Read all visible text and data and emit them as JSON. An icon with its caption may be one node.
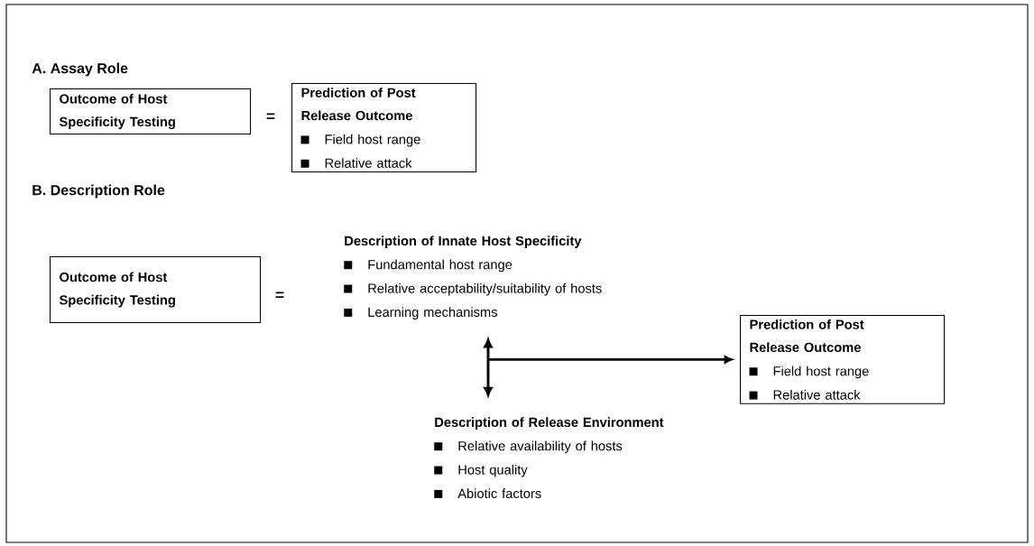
{
  "diagram": {
    "nodes": [
      {
        "text": [
          "Outcome of Host Specificity Testing"
        ]
      },
      {
        "text": [
          "Prediction of Post Release Outcome",
          "Field host range",
          "Relative attack"
        ]
      },
      {
        "text": [
          "Outcome of Host Specificity Testing"
        ]
      },
      {
        "text": [
          "Description of Innate Host Specificity",
          "Fundamental host range",
          "Relative acceptability/suitability of hosts",
          "Learning mechanisms"
        ]
      },
      {
        "text": [
          "Prediction of Post Release Outcome",
          "Field host range",
          "Relative attack"
        ]
      },
      {
        "text": [
          "Description of Release Environment",
          "Relative availability of hosts",
          "Host quality",
          "Abiotic factors"
        ]
      }
    ],
    "edges": [
      {
        "from": 3,
        "to": 5,
        "arrow": "both"
      },
      {
        "from": null,
        "to": 4,
        "arrow": "to"
      }
    ],
    "labels": [
      "A. Assay Role",
      "=",
      "B. Description Role",
      "="
    ]
  }
}
